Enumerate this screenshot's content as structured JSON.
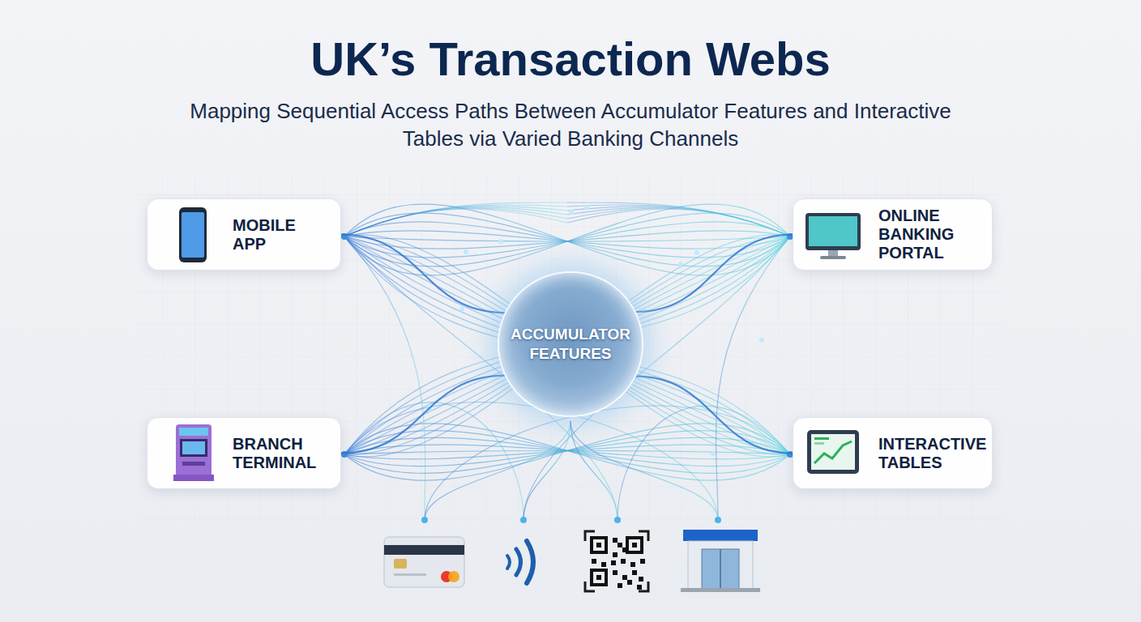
{
  "diagram": {
    "title": "UK’s Transaction Webs",
    "nodes": [
      {
        "text": [
          "MOBILE APP"
        ]
      },
      {
        "text": [
          "ONLINE BANKING PORTAL"
        ]
      },
      {
        "text": [
          "ACCUMULATOR FEATURES"
        ]
      },
      {
        "text": [
          "BRANCH TERMINAL"
        ]
      },
      {
        "text": [
          "INTERACTIVE TABLES"
        ]
      }
    ],
    "edges": [
      {
        "from": 0,
        "to": 2,
        "arrow": "none"
      },
      {
        "from": 2,
        "to": 1,
        "arrow": "none"
      },
      {
        "from": 3,
        "to": 2,
        "arrow": "none"
      },
      {
        "from": 2,
        "to": 4,
        "arrow": "none"
      }
    ],
    "labels": [
      "Mapping Sequential Access Paths Between Accumulator Features and Interactive Tables via Varied Banking Channels"
    ]
  }
}
